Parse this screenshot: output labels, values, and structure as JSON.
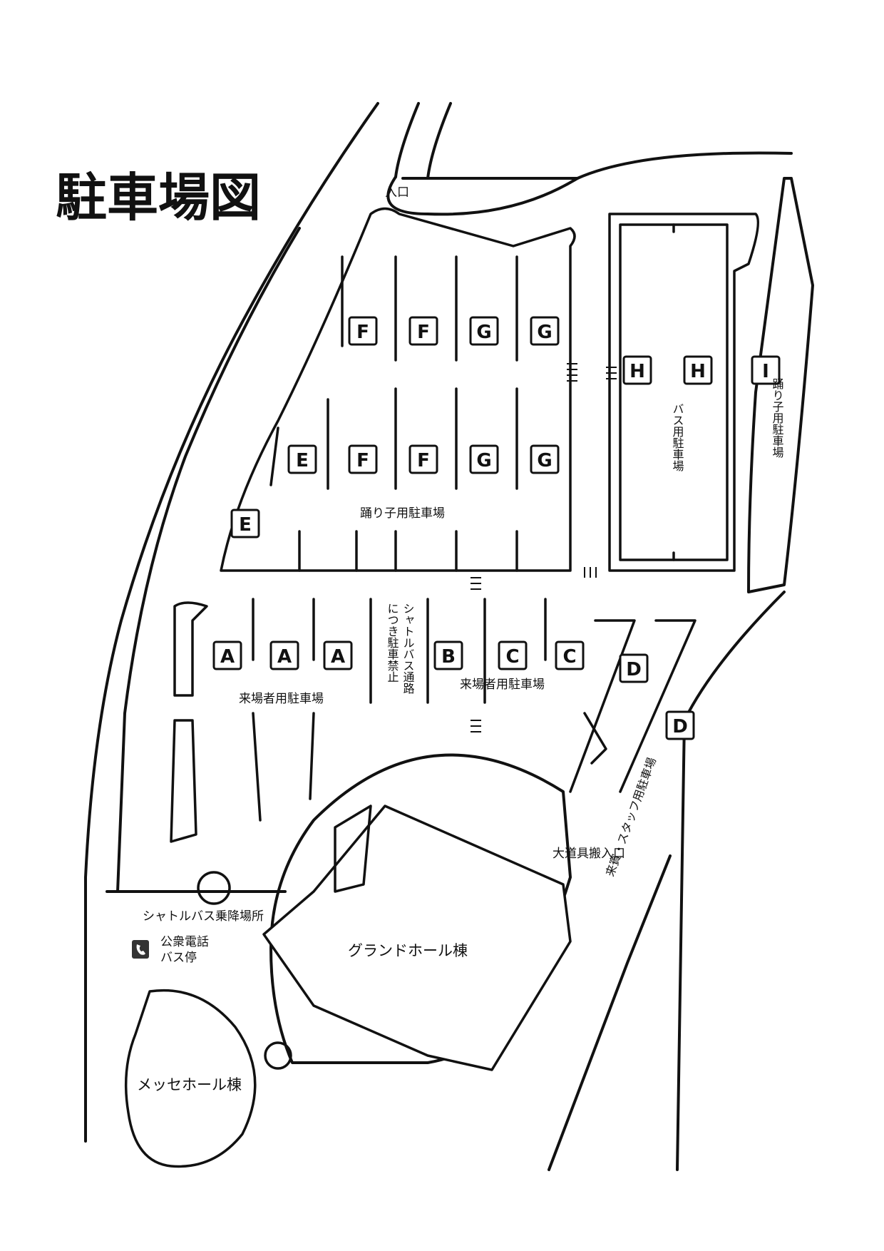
{
  "title": "駐車場図",
  "entrance": "入口",
  "odoriko_lot": "踊り子用駐車場",
  "visitor_lot_left": "来場者用駐車場",
  "visitor_lot_right": "来場者用駐車場",
  "shuttle_lane": [
    "シャトルバス通路",
    "につき駐車禁止"
  ],
  "bus_lot": "バス用駐車場",
  "odoriko_lot_vertical": "踊り子用駐車場",
  "equipment_entrance": "大道具搬入口",
  "guest_staff_lot": "来賓・スタッフ用駐車場",
  "shuttle_stop": "シャトルバス乗降場所",
  "phone": "公衆電話",
  "bus_stop": "バス停",
  "phone_icon": "phone-icon",
  "grand_hall": "グランドホール棟",
  "messe_hall": "メッセホール棟",
  "zones": [
    {
      "id": "F1",
      "letter": "F"
    },
    {
      "id": "F2",
      "letter": "F"
    },
    {
      "id": "G1",
      "letter": "G"
    },
    {
      "id": "G2",
      "letter": "G"
    },
    {
      "id": "H1",
      "letter": "H"
    },
    {
      "id": "H2",
      "letter": "H"
    },
    {
      "id": "I1",
      "letter": "I"
    },
    {
      "id": "E1",
      "letter": "E"
    },
    {
      "id": "F3",
      "letter": "F"
    },
    {
      "id": "F4",
      "letter": "F"
    },
    {
      "id": "G3",
      "letter": "G"
    },
    {
      "id": "G4",
      "letter": "G"
    },
    {
      "id": "E2",
      "letter": "E"
    },
    {
      "id": "A1",
      "letter": "A"
    },
    {
      "id": "A2",
      "letter": "A"
    },
    {
      "id": "A3",
      "letter": "A"
    },
    {
      "id": "B1",
      "letter": "B"
    },
    {
      "id": "C1",
      "letter": "C"
    },
    {
      "id": "C2",
      "letter": "C"
    },
    {
      "id": "D1",
      "letter": "D"
    },
    {
      "id": "D2",
      "letter": "D"
    }
  ]
}
